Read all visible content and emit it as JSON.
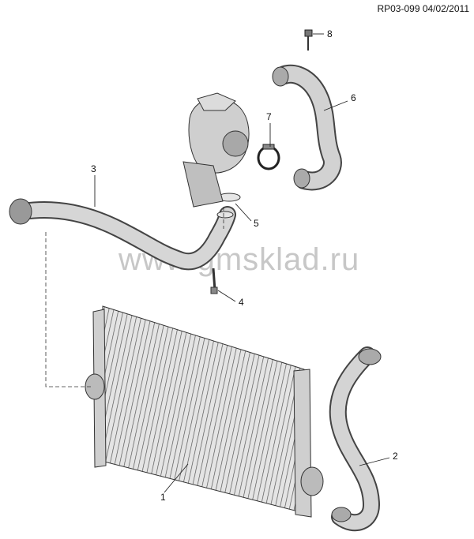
{
  "header": {
    "reference": "RP03-099 04/02/2011"
  },
  "watermark": "www.gmsklad.ru",
  "callouts": [
    {
      "id": "1",
      "label": "1"
    },
    {
      "id": "2",
      "label": "2"
    },
    {
      "id": "3",
      "label": "3"
    },
    {
      "id": "4",
      "label": "4"
    },
    {
      "id": "5",
      "label": "5"
    },
    {
      "id": "6",
      "label": "6"
    },
    {
      "id": "7",
      "label": "7"
    },
    {
      "id": "8",
      "label": "8"
    }
  ],
  "colors": {
    "line": "#222222",
    "part_fill": "#d8d8d8",
    "part_dark": "#9a9a9a",
    "watermark": "#9a9a9a"
  }
}
